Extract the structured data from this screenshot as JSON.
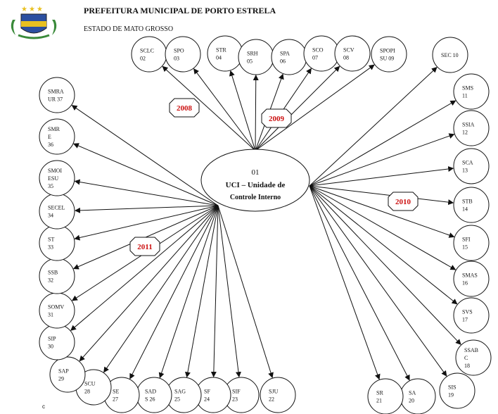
{
  "header": {
    "title": "PREFEITURA MUNICIPAL DE PORTO ESTRELA",
    "subtitle": "ESTADO DE MATO GROSSO"
  },
  "center": {
    "num": "01",
    "line1": "UCI – Unidade de",
    "line2": "Controle Interno"
  },
  "years": [
    "2008",
    "2009",
    "2010",
    "2011"
  ],
  "nodes": [
    {
      "lines": [
        "SCLC",
        "02"
      ]
    },
    {
      "lines": [
        "SPO",
        "03"
      ]
    },
    {
      "lines": [
        "STR",
        "04"
      ]
    },
    {
      "lines": [
        "SRH",
        "05"
      ]
    },
    {
      "lines": [
        "SPA",
        "06"
      ]
    },
    {
      "lines": [
        "SCO",
        "07"
      ]
    },
    {
      "lines": [
        "SCV",
        "08"
      ]
    },
    {
      "lines": [
        "SPOPI",
        "SU 09"
      ]
    },
    {
      "lines": [
        "SEC 10"
      ]
    },
    {
      "lines": [
        "SMS",
        "11"
      ]
    },
    {
      "lines": [
        "SSIA",
        "12"
      ]
    },
    {
      "lines": [
        "SCA",
        "13"
      ]
    },
    {
      "lines": [
        "STB",
        "14"
      ]
    },
    {
      "lines": [
        "SFI",
        "15"
      ]
    },
    {
      "lines": [
        "SMAS",
        "16"
      ]
    },
    {
      "lines": [
        "SVS",
        "17"
      ]
    },
    {
      "lines": [
        "SSAB",
        "C",
        "18"
      ]
    },
    {
      "lines": [
        "SIS",
        "19"
      ]
    },
    {
      "lines": [
        "SA",
        "20"
      ]
    },
    {
      "lines": [
        "SR",
        "21"
      ]
    },
    {
      "lines": [
        "SJU",
        "22"
      ]
    },
    {
      "lines": [
        "SIF",
        "23"
      ]
    },
    {
      "lines": [
        "SF",
        "24"
      ]
    },
    {
      "lines": [
        "SAG",
        "25"
      ]
    },
    {
      "lines": [
        "SAD",
        "S 26"
      ]
    },
    {
      "lines": [
        "SE",
        "27"
      ]
    },
    {
      "lines": [
        "SCU",
        "28"
      ]
    },
    {
      "lines": [
        "SAP",
        "29"
      ]
    },
    {
      "lines": [
        "SIP",
        "30"
      ]
    },
    {
      "lines": [
        "SOMV",
        "31"
      ]
    },
    {
      "lines": [
        "SSB",
        "32"
      ]
    },
    {
      "lines": [
        "ST",
        "33"
      ]
    },
    {
      "lines": [
        "SECEL",
        "34"
      ]
    },
    {
      "lines": [
        "SMOI",
        "ESU",
        "35"
      ]
    },
    {
      "lines": [
        "SMR",
        "E",
        "36"
      ]
    },
    {
      "lines": [
        "SMRA",
        "UR 37"
      ]
    }
  ],
  "corner_mark": "c",
  "colors": {
    "year_text": "#cc1111",
    "crest_green": "#3a8a3a",
    "crest_blue": "#2b4fa0",
    "crest_yellow": "#e8c020"
  }
}
